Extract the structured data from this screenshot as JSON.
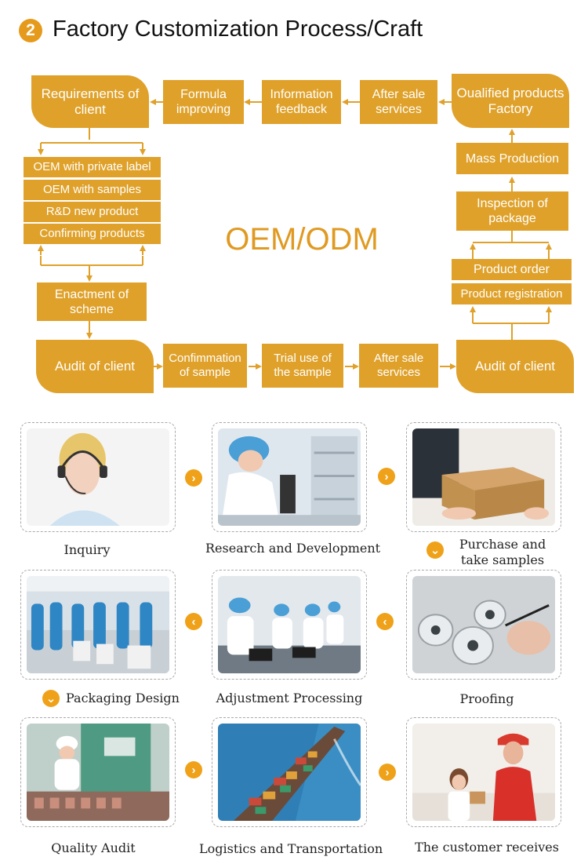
{
  "header": {
    "step_number": "2",
    "title": "Factory Customization Process/Craft"
  },
  "flow": {
    "center_label": "OEM/ODM",
    "requirements_of_client": "Requirements of client",
    "formula_improving": "Formula improving",
    "information_feedback": "Information feedback",
    "after_sale_services_top": "After sale services",
    "qualified_products_factory": "Oualified products Factory",
    "options_left": [
      "OEM with private label",
      "OEM with samples",
      "R&D new product",
      "Confirming products"
    ],
    "enactment_of_scheme": "Enactment of scheme",
    "audit_of_client_left": "Audit of client",
    "confirmation_of_sample": "Confimmation of sample",
    "trial_use_of_sample": "Trial use of the sample",
    "after_sale_services_bottom": "After sale services",
    "audit_of_client_right": "Audit of client",
    "mass_production": "Mass Production",
    "inspection_of_package": "Inspection of package",
    "product_order": "Product order",
    "product_registration": "Product registration"
  },
  "steps": [
    {
      "caption": "Inquiry"
    },
    {
      "caption": "Research and Development"
    },
    {
      "caption": "Purchase and take samples"
    },
    {
      "caption": "Packaging Design"
    },
    {
      "caption": "Adjustment Processing"
    },
    {
      "caption": "Proofing"
    },
    {
      "caption": "Quality Audit"
    },
    {
      "caption": "Logistics and Transportation"
    },
    {
      "caption": "The customer receives"
    }
  ],
  "icons": {
    "arrow_right": "chevron-right-icon",
    "arrow_left": "chevron-left-icon",
    "arrow_down": "chevron-down-icon"
  },
  "colors": {
    "accent": "#dfa12a",
    "badge": "#e59a1c",
    "title_text": "#111111"
  }
}
